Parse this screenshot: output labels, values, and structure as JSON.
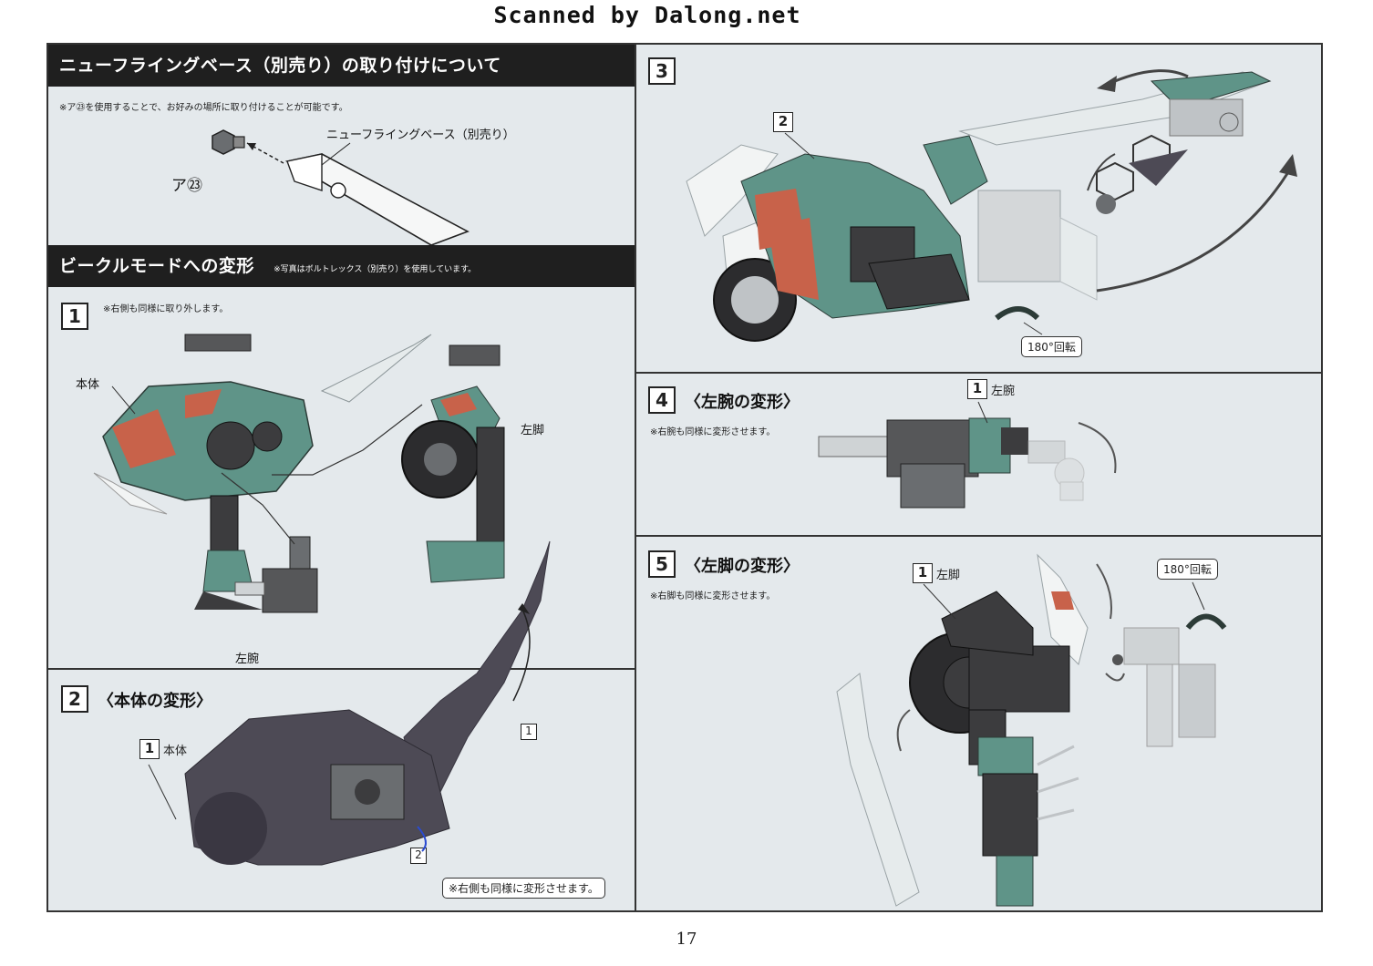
{
  "watermark": "Scanned by Dalong.net",
  "page_number": "17",
  "flying_base": {
    "header": "ニューフライングベース（別売り）の取り付けについて",
    "note": "※ア㉓を使用することで、お好みの場所に取り付けることが可能です。",
    "part_label": "ア㉓",
    "base_label": "ニューフライングベース（別売り）"
  },
  "vehicle_mode": {
    "header": "ビークルモードへの変形",
    "sub_note": "※写真はボルトレックス（別売り）を使用しています。"
  },
  "step1": {
    "number": "1",
    "note": "※右側も同様に取り外します。",
    "label_body": "本体",
    "label_left_leg": "左脚",
    "label_left_arm": "左腕"
  },
  "step2": {
    "number": "2",
    "title": "〈本体の変形〉",
    "ref1_num": "1",
    "ref1_label": "本体",
    "ref_a": "1",
    "ref_b": "2",
    "note": "※右側も同様に変形させます。"
  },
  "step3": {
    "number": "3",
    "ref_num": "2",
    "rotate": "180°回転"
  },
  "step4": {
    "number": "4",
    "title": "〈左腕の変形〉",
    "note": "※右腕も同様に変形させます。",
    "ref_num": "1",
    "ref_label": "左腕"
  },
  "step5": {
    "number": "5",
    "title": "〈左脚の変形〉",
    "note": "※右脚も同様に変形させます。",
    "ref_num": "1",
    "ref_label": "左脚",
    "rotate": "180°回転"
  },
  "colors": {
    "panel_bg": "#e4e9ec",
    "header_bg": "#1f1f1f",
    "armor_green": "#5f9488",
    "armor_red": "#c8624a",
    "frame_dark": "#3c3c3e",
    "silver": "#bfc3c6",
    "clear_white": "#f2f4f4"
  }
}
